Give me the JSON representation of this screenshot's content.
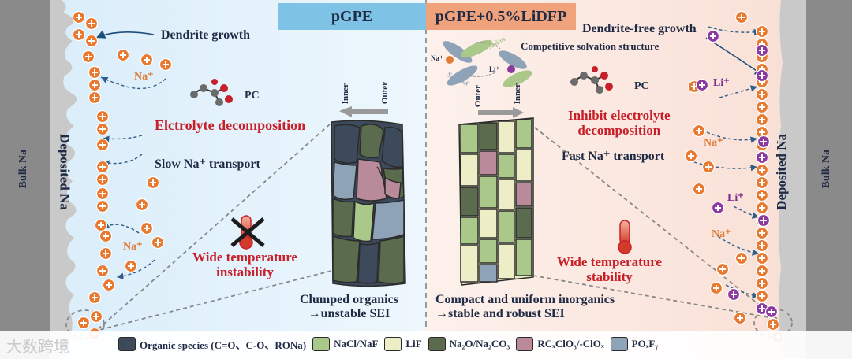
{
  "headers": {
    "left": "pGPE",
    "right": "pGPE+0.5%LiDFP"
  },
  "left_panel": {
    "bulk_label": "Bulk Na",
    "deposited_label": "Deposited Na",
    "dendrite_growth": "Dendrite growth",
    "ion_label": "Na⁺",
    "solvent_label": "PC",
    "decomposition": "Elctrolyte decomposition",
    "slow_transport": "Slow Na⁺ transport",
    "temp_label": "Wide temperature\ninstability",
    "sei_label": "Clumped organics\n→unstable SEI",
    "inner_label": "Inner",
    "outer_label": "Outer"
  },
  "right_panel": {
    "bulk_label": "Bulk Na",
    "deposited_label": "Deposited Na",
    "dendrite_free": "Dendrite-free growth",
    "solvation": "Competitive solvation structure",
    "cluster_na": "Na⁺",
    "cluster_anion": "Anion",
    "cluster_solvent": "Solvent",
    "cluster_li": "Li⁺",
    "solvent_label": "PC",
    "li_label": "Li⁺",
    "na_label": "Na⁺",
    "inhibit": "Inhibit electrolyte\ndecomposition",
    "fast_transport": "Fast Na⁺ transport",
    "temp_label": "Wide temperature\nstability",
    "sei_label": "Compact and uniform inorganics\n→stable and robust SEI",
    "inner_label": "Inner",
    "outer_label": "Outer"
  },
  "legend": [
    {
      "label": "Organic species (C=O、C-O、RONa)",
      "color": "#3c4a5c"
    },
    {
      "label": "NaCl/NaF",
      "color": "#a9c88a"
    },
    {
      "label": "LiF",
      "color": "#eeeec6"
    },
    {
      "label": "Na₂O/Na₂CO₃",
      "color": "#5b6b4e"
    },
    {
      "label": "RCₓClO₃/-ClOₓ",
      "color": "#b98a9a"
    },
    {
      "label": "POₓFᵧ",
      "color": "#8fa3b8"
    }
  ],
  "colors": {
    "left_bg": "#e4f1fa",
    "right_bg": "#fae5de",
    "left_header": "#7ec3e6",
    "right_header": "#f0a27c",
    "na_ion": "#e8792f",
    "li_ion": "#8a3aa0",
    "text_red": "#c8202a",
    "text_navy": "#1f2a44"
  },
  "watermark": "大数跨境"
}
